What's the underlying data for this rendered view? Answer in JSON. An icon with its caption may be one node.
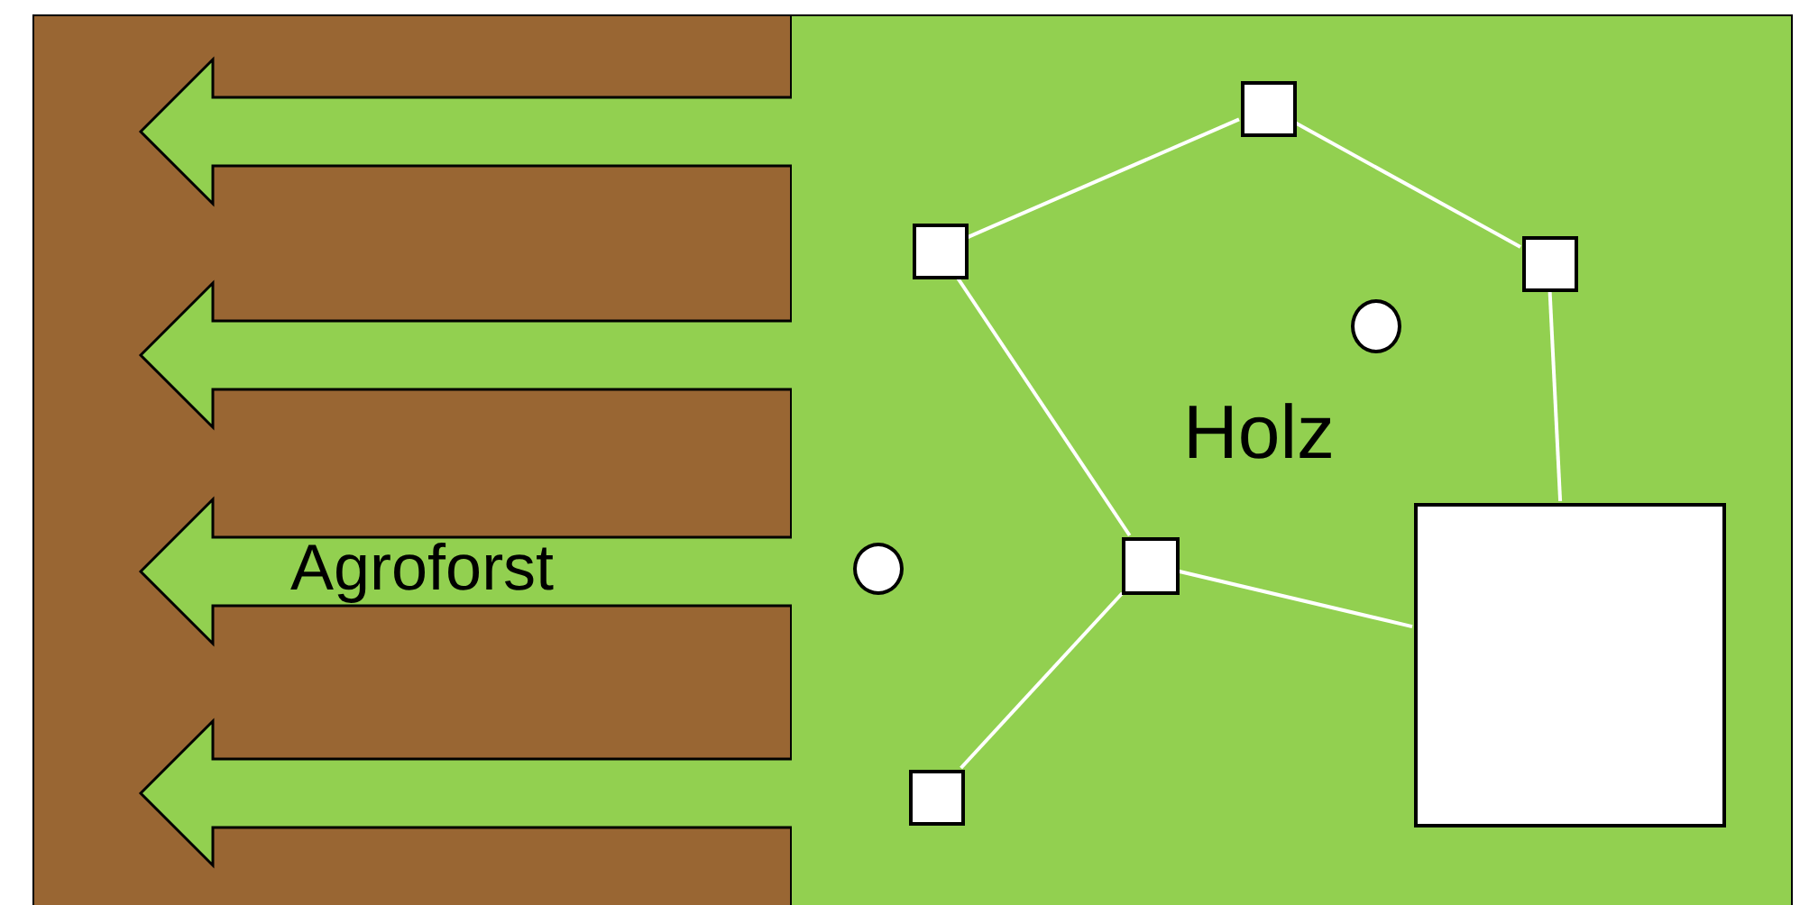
{
  "diagram": {
    "nodes": [
      {
        "text": [
          "Agroforst"
        ]
      },
      {
        "text": [
          "Holz"
        ]
      },
      {
        "text": [],
        "shape": "box",
        "in": 1
      },
      {
        "text": [],
        "shape": "box",
        "in": 1
      },
      {
        "text": [],
        "shape": "box",
        "in": 1
      },
      {
        "text": [],
        "shape": "box",
        "in": 1
      },
      {
        "text": [],
        "shape": "box",
        "in": 1
      },
      {
        "text": [],
        "shape": "box",
        "in": 1
      },
      {
        "text": [],
        "shape": "circle",
        "in": 1
      },
      {
        "text": [],
        "shape": "circle",
        "in": 1
      }
    ],
    "edges": [
      {
        "from": 3,
        "to": 2,
        "arrow": "none"
      },
      {
        "from": 2,
        "to": 4,
        "arrow": "none"
      },
      {
        "from": 4,
        "to": 7,
        "arrow": "none"
      },
      {
        "from": 3,
        "to": 5,
        "arrow": "none"
      },
      {
        "from": 5,
        "to": 7,
        "arrow": "none"
      },
      {
        "from": 5,
        "to": 6,
        "arrow": "none"
      }
    ]
  }
}
